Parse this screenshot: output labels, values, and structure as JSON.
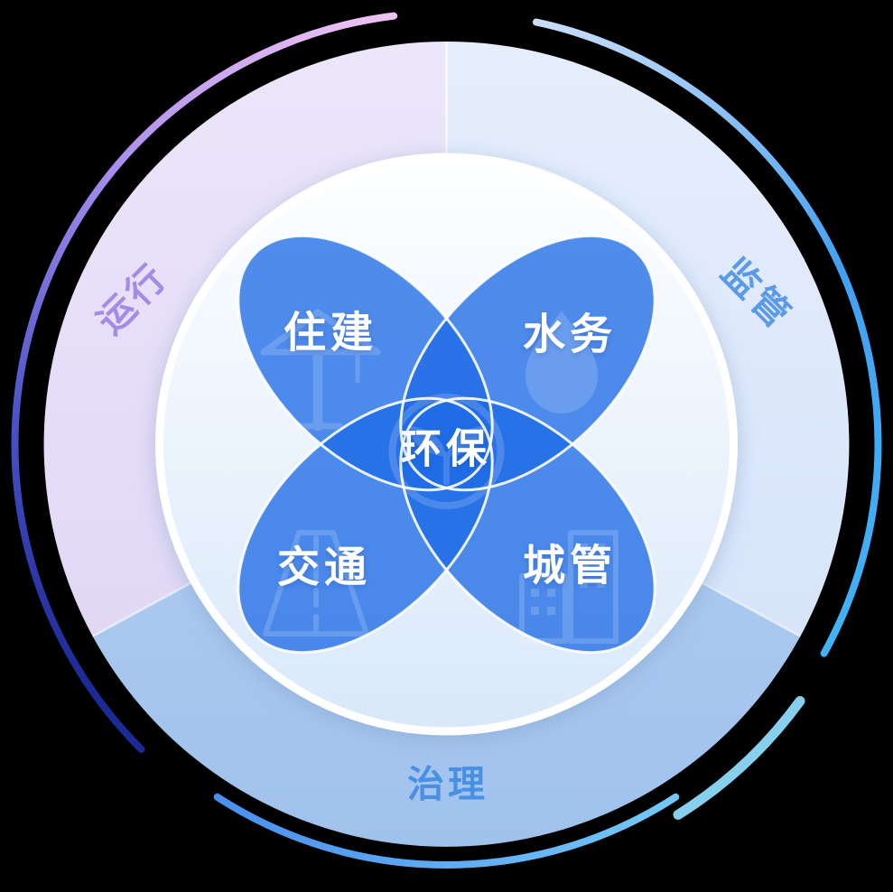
{
  "diagram": {
    "center": {
      "label": "环保",
      "icon": "eco-leaf-icon"
    },
    "petals": [
      {
        "position": "top-left",
        "label": "住建",
        "icon": "crane-icon"
      },
      {
        "position": "top-right",
        "label": "水务",
        "icon": "water-drop-icon"
      },
      {
        "position": "bottom-left",
        "label": "交通",
        "icon": "road-icon"
      },
      {
        "position": "bottom-right",
        "label": "城管",
        "icon": "buildings-icon"
      }
    ],
    "ring_sectors": [
      {
        "position": "upper-left",
        "label": "运行",
        "fill": "#e8e1f8",
        "text_color": "#a48ce6"
      },
      {
        "position": "upper-right",
        "label": "监管",
        "fill": "#dde9fb",
        "text_color": "#5b9ae8"
      },
      {
        "position": "bottom",
        "label": "治理",
        "fill": "#a7c6ef",
        "text_color": "#4a90e2"
      }
    ],
    "colors": {
      "petal_blue": "#1f6ce6",
      "petal_outline": "#ffffff",
      "arc_gradient_left": [
        "#efc3f2",
        "#a88cee",
        "#1c2a96"
      ],
      "arc_gradient_right": [
        "#c9ddf8",
        "#42a0f4",
        "#40b3f6"
      ],
      "arc_gradient_bottom": [
        "#4a8fee",
        "#74c8f8"
      ],
      "arc_bottom_right": "#8edbfa",
      "background": "#000000"
    }
  }
}
